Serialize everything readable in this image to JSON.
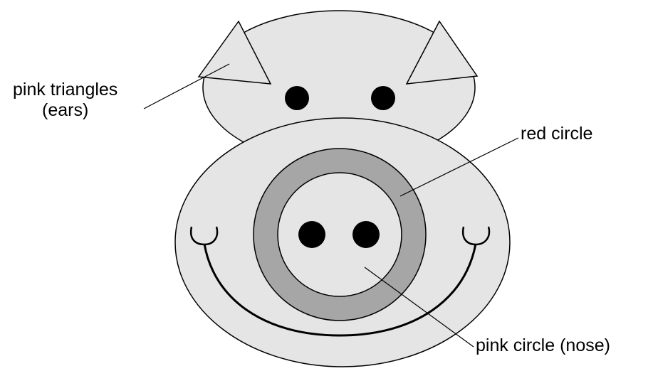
{
  "labels": {
    "ears_line1": "pink triangles",
    "ears_line2": "(ears)",
    "red_circle": "red circle",
    "nose": "pink circle (nose)"
  },
  "colors": {
    "head_fill": "#e5e5e5",
    "ring_fill": "#a6a6a6",
    "outline": "#000000",
    "background": "#ffffff"
  }
}
